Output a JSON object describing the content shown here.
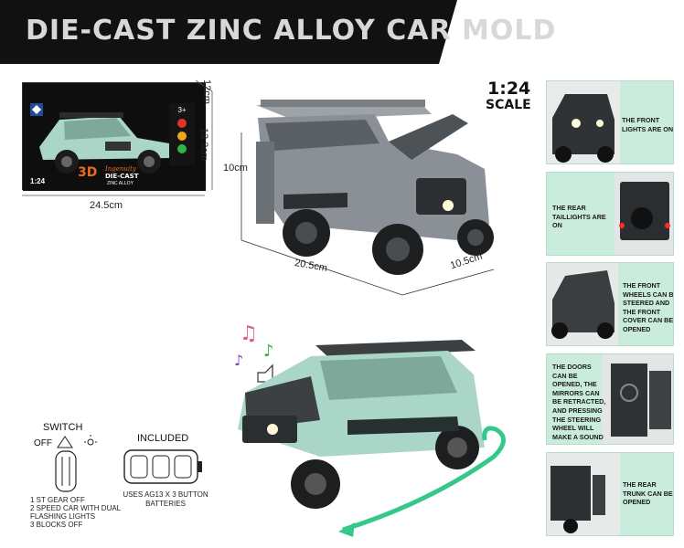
{
  "banner": {
    "title": "DIE-CAST ZINC ALLOY CAR MOLD"
  },
  "package": {
    "brand": "Ingenuity",
    "label_line1": "DIE-CAST",
    "label_line2": "ZINC ALLOY",
    "scale": "1:24",
    "age": "3+",
    "width": "24.5cm",
    "height": "13.3cm",
    "depth": "12cm"
  },
  "main_car": {
    "height": "10cm",
    "length": "20.5cm",
    "width": "10.5cm"
  },
  "scale": {
    "ratio": "1:24",
    "word": "SCALE"
  },
  "features": [
    {
      "text": "THE FRONT LIGHTS ARE ON"
    },
    {
      "text": "THE REAR TAILLIGHTS ARE ON"
    },
    {
      "text": "THE FRONT WHEELS CAN BE STEERED AND THE FRONT COVER CAN BE OPENED"
    },
    {
      "text": "THE DOORS CAN BE OPENED, THE MIRRORS CAN BE RETRACTED, AND PRESSING THE STEERING WHEEL WILL MAKE A SOUND"
    },
    {
      "text": "THE REAR TRUNK CAN BE OPENED"
    }
  ],
  "switch": {
    "title": "SWITCH",
    "off": "OFF",
    "modes": [
      "1 ST GEAR OFF",
      "2 SPEED CAR WITH DUAL",
      "FLASHING LIGHTS",
      "3 BLOCKS OFF"
    ]
  },
  "included": {
    "title": "INCLUDED",
    "battery_line1": "USES AG13 X 3 BUTTON",
    "battery_line2": "BATTERIES"
  },
  "colors": {
    "mint": "#a9d6c6",
    "gray": "#7d8287",
    "banner": "#111111",
    "panel": "#c9ecdc"
  }
}
